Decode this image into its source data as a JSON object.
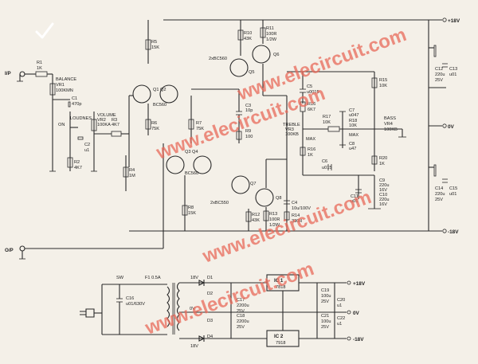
{
  "rails": {
    "pos": "+18V",
    "gnd": "0V",
    "neg": "-18V"
  },
  "io": {
    "input": "I/P",
    "output": "O/P"
  },
  "input_stage": {
    "r1": "R1",
    "r1v": "1K",
    "balance": "BALANCE",
    "vr1": "VR1",
    "vr1v": "100KMN",
    "c1": "C1",
    "c1v": "470p",
    "loudness": "LOUDNES",
    "on": "ON",
    "c2": "C2",
    "c2v": "u1",
    "r2": "R2",
    "r2v": "4K7",
    "volume": "VOLUME",
    "vr2": "VR2",
    "vr2v": "100KA",
    "r3": "R3",
    "r3v": "4K7"
  },
  "amp": {
    "r4": "R4",
    "r4v": "1M",
    "r5": "R5",
    "r5v": "15K",
    "r6": "R6",
    "r6v": "75K",
    "r7": "R7",
    "r7v": "75K",
    "r8": "R8",
    "r8v": "15K",
    "q12": "Q1 Q2",
    "q12t": "BC560",
    "q34": "Q3 Q4",
    "q34t": "BC560",
    "c3": "C3",
    "c3v": "10p",
    "r9": "R9",
    "r9v": "100",
    "r10": "R10",
    "r10v": "43K",
    "r11": "R11",
    "r11v": "100R",
    "r11w": "1/2W",
    "q5": "Q5",
    "q6": "Q6",
    "q56t": "2xBC560",
    "q7": "Q7",
    "q8": "Q8",
    "q78t": "2xBC550",
    "r12": "R12",
    "r12v": "43K",
    "r13": "R13",
    "r13v": "100R",
    "r13w": "1/2W",
    "c4": "C4",
    "c4v": "10u/100V",
    "r14": "R14",
    "r14v": "330R"
  },
  "tone": {
    "c5": "C5",
    "c5v": "u0015",
    "r15": "R15",
    "r15v": "10K",
    "r16_top": "R16",
    "r16_topv": "6K7",
    "r17": "R17",
    "r17v": "10K",
    "treble": "TREBLE",
    "vr3": "VR3",
    "vr3v": "100KB",
    "max": "MAX",
    "c7": "C7",
    "c7v": "u047",
    "r18": "R18",
    "r18v": "10K",
    "bass": "BASS",
    "vr4": "VR4",
    "vr4v": "100KB",
    "c8": "C8",
    "c8v": "u47",
    "r16": "R16",
    "r16v": "1K",
    "c6": "C6",
    "c6v": "u015",
    "r20": "R20",
    "r20v": "1K",
    "c9": "C9",
    "c9v": "220u",
    "c9w": "16V",
    "c11": "C11",
    "c11v": "u01",
    "c10": "C10",
    "c10v": "220u",
    "c10w": "16V"
  },
  "decoupling": {
    "c12": "C12",
    "c12v": "220u",
    "c12w": "25V",
    "c13": "C13",
    "c13v": "u01",
    "c14": "C14",
    "c14v": "220u",
    "c14w": "25V",
    "c15": "C15",
    "c15v": "u01"
  },
  "psu": {
    "sw": "SW",
    "f1": "F1 0.5A",
    "c16": "C16",
    "c16v": "u01/630V",
    "t18a": "18V",
    "t0": "0V",
    "t18b": "18V",
    "d1": "D1",
    "d2": "D2",
    "d3": "D3",
    "d4": "D4",
    "c17": "C17",
    "c17v": "2200u",
    "c17w": "25V",
    "c18": "C18",
    "c18v": "2200u",
    "c18w": "25V",
    "ic1": "IC 1",
    "ic1t": "7818",
    "ic2": "IC 2",
    "ic2t": "7918",
    "c19": "C19",
    "c19v": "100u",
    "c19w": "25V",
    "c20": "C20",
    "c20v": "u1",
    "c21": "C21",
    "c21v": "100u",
    "c21w": "25V",
    "c22": "C22",
    "c22v": "u1",
    "pos": "+18V",
    "gnd": "0V",
    "neg": "-18V"
  },
  "watermark": {
    "w1": "www.elecircuit.com",
    "w2": "www.elecircuit.com",
    "w3": "www.elecircuit.com",
    "w4": "www.elecircuit.com"
  }
}
